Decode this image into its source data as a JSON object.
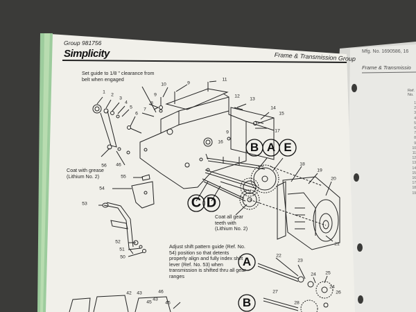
{
  "page": {
    "group": "Group 981756",
    "brand": "Simplicity",
    "section_title": "Frame & Transmission Group"
  },
  "next_page": {
    "mfg": "Mfg. No. 1690586, 16",
    "section_title": "Frame & Transmissio",
    "ref_header": "Ref. No."
  },
  "notes": {
    "belt_guide": "Set guide to 1/8 \" clearance from belt when engaged",
    "grease": "Coat with grease (Lithium No. 2)",
    "gear_teeth": "Coat all gear teeth with (Lithium No. 2)",
    "shift_adjust": "Adjust shift pattern guide (Ref. No. 54) position so that detents properly align and fully index shift lever (Ref. No. 53) when transmission is shifted thru all gear ranges"
  },
  "callouts": [
    "1",
    "2",
    "3",
    "4",
    "5",
    "6",
    "7",
    "8",
    "9",
    "10",
    "9",
    "11",
    "12",
    "13",
    "9",
    "16",
    "14",
    "15",
    "17",
    "18",
    "19",
    "20",
    "21",
    "22",
    "23",
    "24",
    "25",
    "24",
    "26",
    "27",
    "28",
    "50",
    "51",
    "52",
    "53",
    "54",
    "55",
    "56",
    "46",
    "42",
    "43",
    "45",
    "46",
    "43",
    "45"
  ],
  "shaft_letters": [
    "B",
    "A",
    "E",
    "C",
    "D"
  ],
  "key_letters": [
    "A",
    "B"
  ],
  "ref_numbers": [
    "1",
    "2",
    "3",
    "4",
    "5",
    "6",
    "7",
    "8",
    "9",
    "10",
    "11",
    "12",
    "13",
    "14",
    "15",
    "16",
    "17",
    "18",
    "19"
  ],
  "colors": {
    "paper": "#f1f0ea",
    "ink": "#1e1e1e",
    "spine": "#9dcc9d"
  }
}
